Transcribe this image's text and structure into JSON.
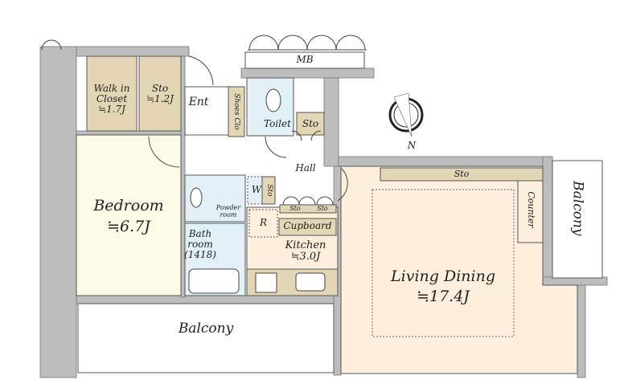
{
  "rooms": {
    "walk_in_closet": {
      "name": "Walk in Closet",
      "line1": "Walk in",
      "line2": "Closet",
      "area": "≒1.7J"
    },
    "storage_main": {
      "name": "Sto",
      "area": "≒1.2J"
    },
    "entrance": {
      "name": "Ent"
    },
    "shoes_closet": {
      "name": "Shoes Clo"
    },
    "toilet": {
      "name": "Toilet"
    },
    "storage_toilet": {
      "name": "Sto"
    },
    "meter_box": {
      "name": "MB"
    },
    "bedroom": {
      "name": "Bedroom",
      "area": "≒6.7J"
    },
    "hall": {
      "name": "Hall"
    },
    "washer": {
      "name": "W"
    },
    "storage_washer": {
      "name": "Sto"
    },
    "powder_room": {
      "line1": "Powder",
      "line2": "room"
    },
    "bathroom": {
      "line1": "Bath",
      "line2": "room",
      "line3": "(1418)"
    },
    "refrigerator": {
      "name": "R"
    },
    "cupboard": {
      "name": "Cupboard"
    },
    "kitchen_storage": [
      "Sto",
      "Sto"
    ],
    "kitchen": {
      "name": "Kitchen",
      "area": "≒3.0J"
    },
    "balcony_south": {
      "name": "Balcony"
    },
    "living_storage": {
      "name": "Sto"
    },
    "counter": {
      "name": "Counter"
    },
    "living_dining": {
      "name": "Living Dining",
      "area": "≒17.4J"
    },
    "balcony_east": {
      "name": "Balcony"
    }
  },
  "compass": {
    "label": "N"
  },
  "colors": {
    "wall": "#bdbdbd",
    "storage": "#e2d6b4",
    "bedroom": "#fdfbe6",
    "living": "#fdefdc",
    "wet": "#e2f0f8"
  }
}
